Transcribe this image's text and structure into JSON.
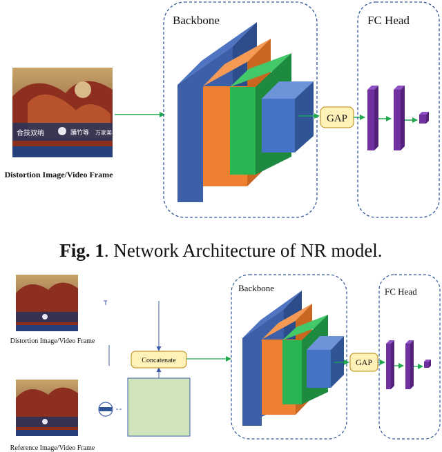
{
  "fig1": {
    "input_label": "Distortion Image/Video Frame",
    "backbone_label": "Backbone",
    "head_label": "FC Head",
    "gap_label": "GAP"
  },
  "caption": {
    "prefix": "Fig. 1",
    "text": ".  Network Architecture of NR model."
  },
  "fig2": {
    "input_label": "Distortion Image/Video Frame",
    "reference_label": "Reference Image/Video Frame",
    "concat_label": "Concatenate",
    "backbone_label": "Backbone",
    "head_label": "FC Head",
    "gap_label": "GAP"
  },
  "thumb_texts": [
    "合技双纳",
    "踊竹等",
    "万家美"
  ],
  "colors": {
    "blue_layer": "#3c5fa8",
    "orange_layer": "#ee8032",
    "green_layer": "#28b552",
    "light_blue_layer": "#4472c4",
    "purple_layer": "#7030a0",
    "gap_fill": "#fff2b8",
    "concat_fill": "#fff2b8",
    "light_green_box": "#cfe4bd",
    "arrow_green": "#1fa84e",
    "dashed_border": "#2f5597"
  }
}
